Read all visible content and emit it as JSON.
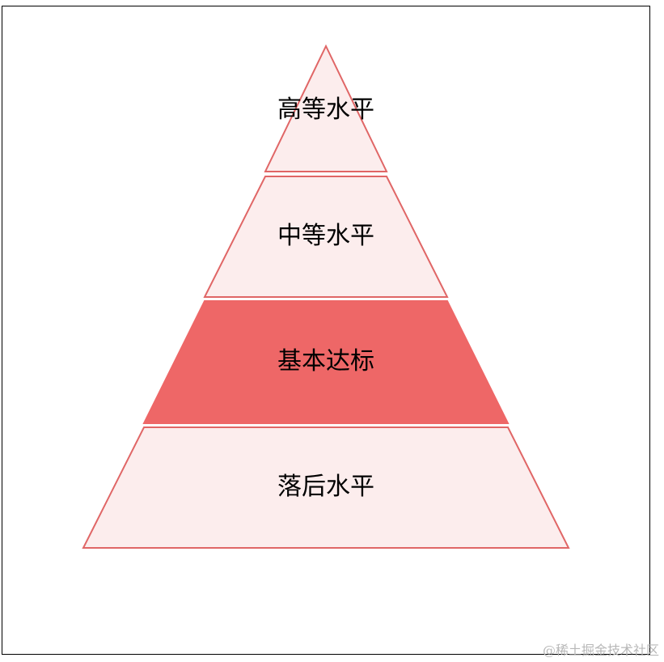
{
  "diagram": {
    "type": "pyramid",
    "colors": {
      "light_fill": "#FCEDED",
      "highlight_fill": "#EE6767",
      "stroke": "#E06666",
      "frame_border": "#000000",
      "text": "#000000"
    },
    "levels": [
      {
        "label": "高等水平",
        "highlighted": false
      },
      {
        "label": "中等水平",
        "highlighted": false
      },
      {
        "label": "基本达标",
        "highlighted": true
      },
      {
        "label": "落后水平",
        "highlighted": false
      }
    ]
  },
  "watermark": {
    "text": "@稀土掘金技术社区"
  }
}
